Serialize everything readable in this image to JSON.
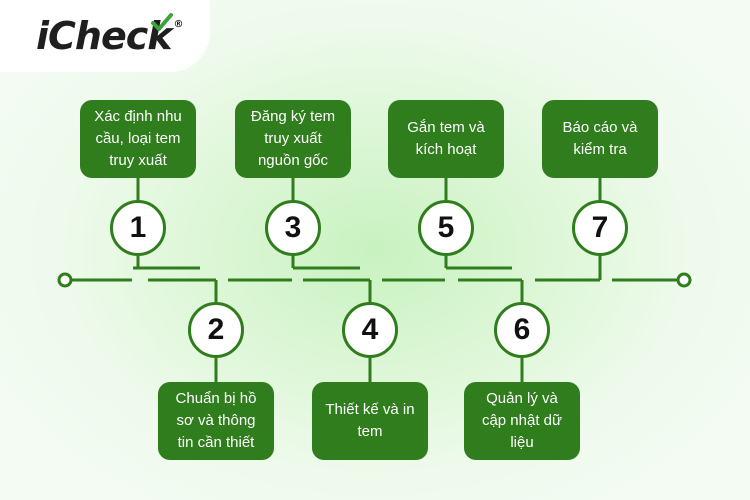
{
  "brand": {
    "name": "iCheck",
    "registered_mark": "®"
  },
  "steps": [
    {
      "number": "1",
      "label": "Xác định nhu cầu, loại tem truy xuất"
    },
    {
      "number": "2",
      "label": "Chuẩn bị hồ sơ và thông tin cần thiết"
    },
    {
      "number": "3",
      "label": "Đăng ký tem truy xuất nguồn gốc"
    },
    {
      "number": "4",
      "label": "Thiết kế và in tem"
    },
    {
      "number": "5",
      "label": "Gắn tem và kích hoạt"
    },
    {
      "number": "6",
      "label": "Quản lý và cập nhật dữ liệu"
    },
    {
      "number": "7",
      "label": "Báo cáo và kiểm tra"
    }
  ],
  "colors": {
    "accent": "#2f7d1c",
    "circle_fill": "#ffffff",
    "background": "#d6f5cf"
  }
}
